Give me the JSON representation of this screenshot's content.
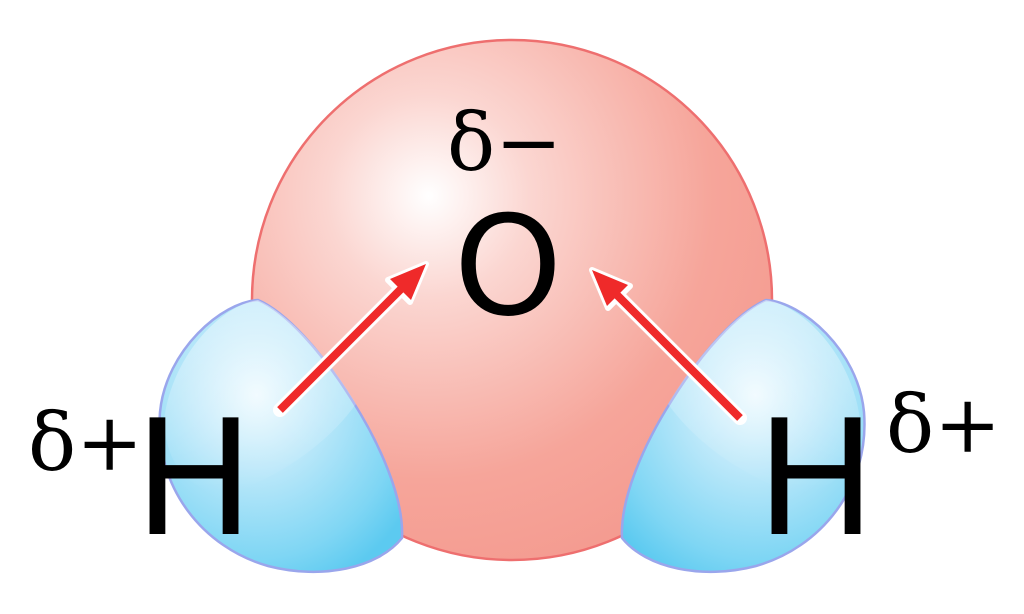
{
  "diagram": {
    "oxygen": {
      "symbol": "O",
      "partial_charge": "δ−"
    },
    "hydrogen_left": {
      "symbol": "H",
      "partial_charge": "δ+"
    },
    "hydrogen_right": {
      "symbol": "H",
      "partial_charge": "δ+"
    }
  },
  "colors": {
    "oxygen_fill": "#f6a096",
    "oxygen_highlight": "#ffffff",
    "oxygen_stroke": "#ee6f6f",
    "hydrogen_fill": "#7fd4f2",
    "hydrogen_highlight": "#e9f9ff",
    "hydrogen_stroke": "#9aa6ec",
    "arrow": "#ef2a2a",
    "arrow_outline": "#ffffff",
    "text": "#000000"
  }
}
